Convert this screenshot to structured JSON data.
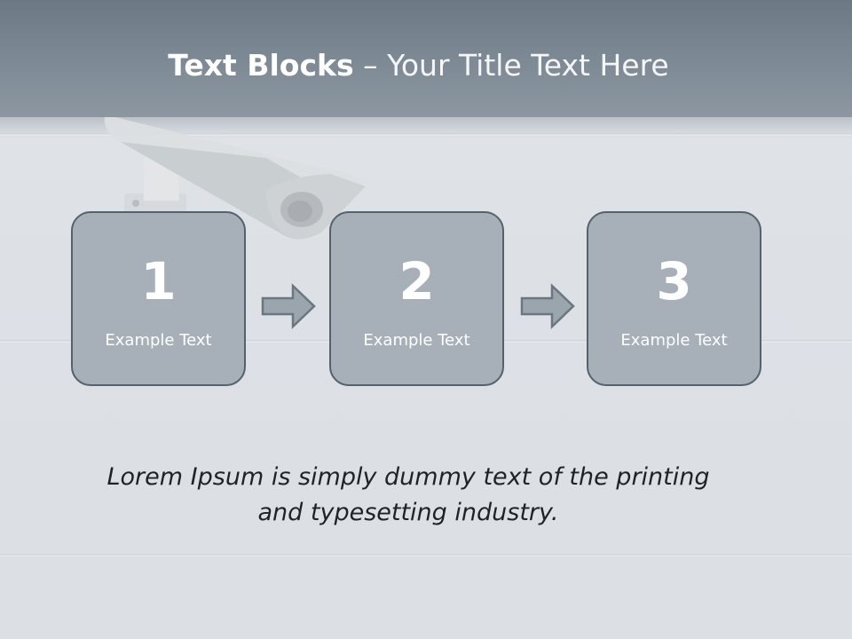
{
  "title": {
    "bold": "Text Blocks",
    "dash": "–",
    "rest": "Your Title Text Here"
  },
  "blocks": [
    {
      "number": "1",
      "label": "Example Text"
    },
    {
      "number": "2",
      "label": "Example Text"
    },
    {
      "number": "3",
      "label": "Example Text"
    }
  ],
  "caption": {
    "line1": "Lorem Ipsum is simply dummy text of the printing",
    "line2": "and typesetting industry."
  },
  "colors": {
    "header_band": "#7b8792",
    "block_fill": "#a7b0b8",
    "block_border": "#55616c",
    "arrow_fill": "#9aa5ae",
    "caption_text": "#1f2326"
  },
  "icons": [
    "security-camera-image",
    "right-arrow-icon"
  ]
}
